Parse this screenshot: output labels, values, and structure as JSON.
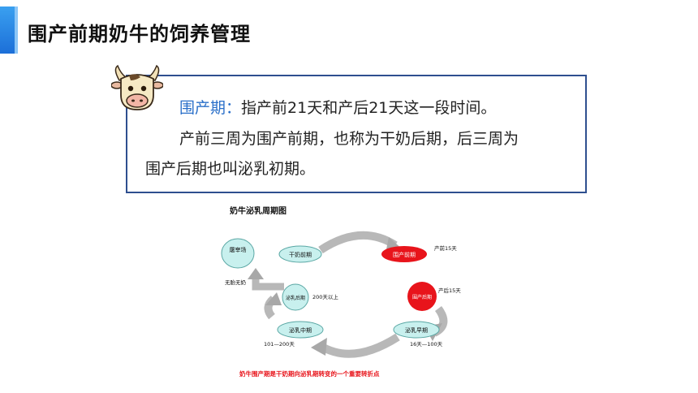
{
  "slide": {
    "title": "围产前期奶牛的饲养管理"
  },
  "info": {
    "term": "围产期：",
    "definition": "指产前21天和产后21天这一段时间。",
    "line2": "产前三周为围产前期，也称为干奶后期，后三周为",
    "line3": "围产后期也叫泌乳初期。"
  },
  "diagram": {
    "title": "奶牛泌乳周期图",
    "nodes": {
      "cull": "屠宰场",
      "dry": "干奶前期",
      "pre": "围产前期",
      "post": "围产后期",
      "mid": "泌乳中期",
      "early": "泌乳早期",
      "late": "泌乳后期"
    },
    "labels": {
      "no_calf": "无胎无奶",
      "over200": "200天以上",
      "pre15": "产前15天",
      "post15": "产后15天",
      "mid_range": "101—200天",
      "early_range": "16天—100天"
    },
    "caption": "奶牛围产期是干奶期向泌乳期转变的一个重要转折点"
  },
  "colors": {
    "accent": "#2a6fc9",
    "box_border": "#2e4f8f",
    "red_node": "#e8141b",
    "cyan_node": "#c8f0ee",
    "caption": "#e8141b"
  }
}
